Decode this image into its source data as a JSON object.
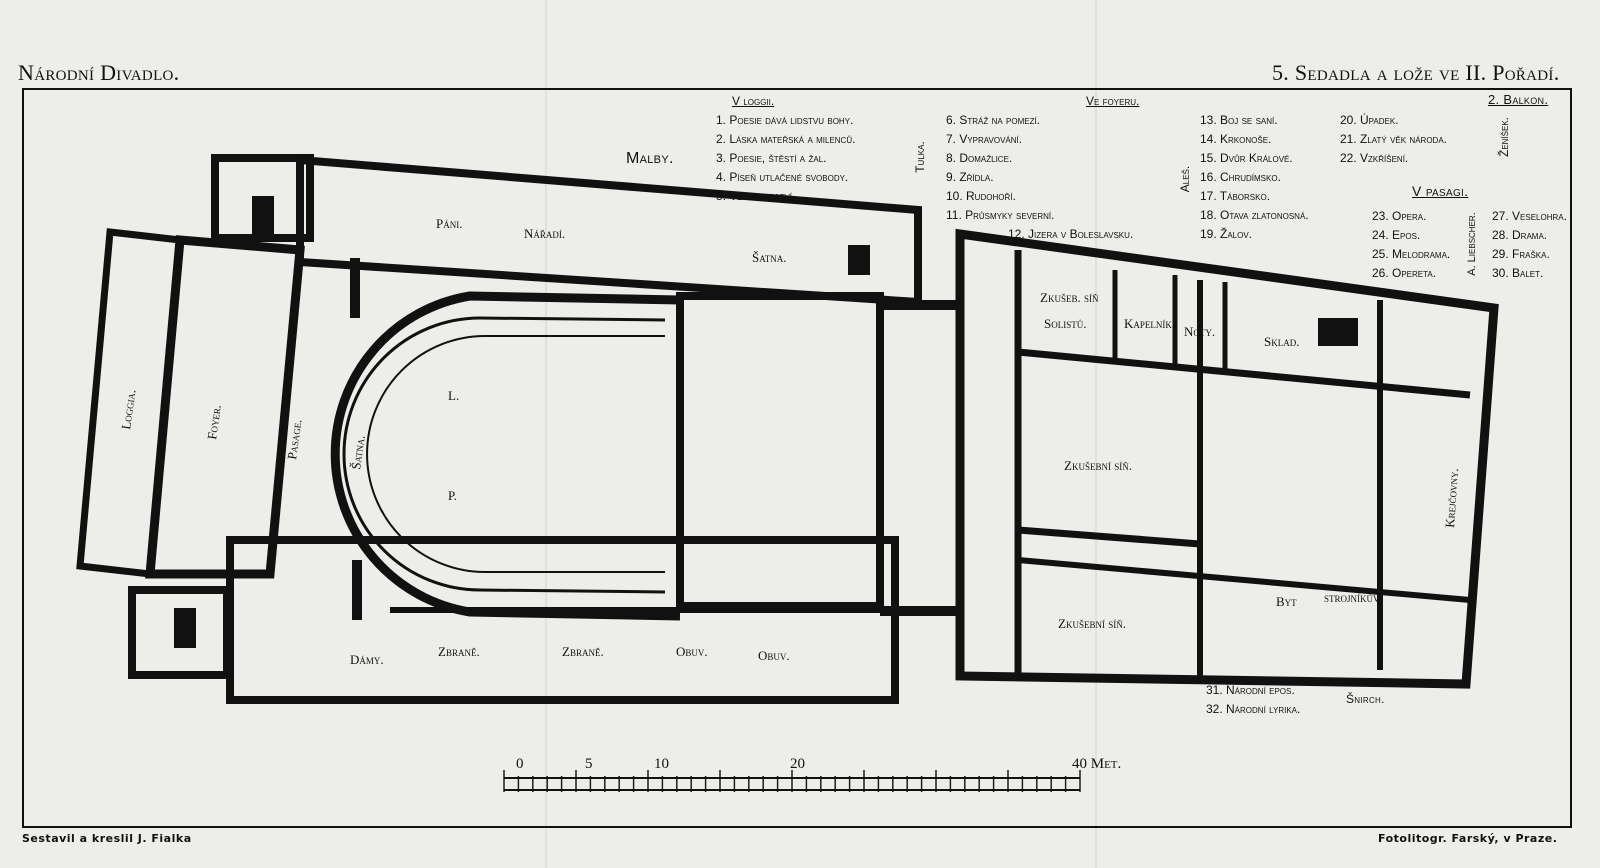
{
  "header": {
    "title": "Národní Divadlo.",
    "subtitle": "5. Sedadla a lože ve II. Pořadí."
  },
  "legend": {
    "malby": "Malby.",
    "v_loggii": {
      "heading": "V loggii.",
      "items": [
        "1. Poesie dává lidstvu bohy.",
        "2. Láska mateřská a milenců.",
        "3. Poesie, štěstí a žal.",
        "4. Píseň utlačené svobody.",
        "5. Vlastenectví."
      ],
      "artist": "Tulka."
    },
    "ve_foyeru": {
      "heading": "Ve foyeru.",
      "items": [
        "6. Stráž na pomezí.",
        "7. Vypravování.",
        "8. Domažlice.",
        "9. Zřídla.",
        "10. Rudohoří.",
        "11. Průsmyky severní.",
        "12. Jizera v Boleslavsku."
      ],
      "artist": "Aleš."
    },
    "ve_foyeru_2": {
      "items": [
        "13. Boj se saní.",
        "14. Krkonoše.",
        "15. Dvůr Králové.",
        "16. Chrudímsko.",
        "17. Táborsko.",
        "18. Otava zlatonosná.",
        "19. Žalov."
      ]
    },
    "ve_foyeru_3": {
      "items": [
        "20. Úpadek.",
        "21. Zlatý věk národa.",
        "22. Vzkříšení."
      ],
      "artist": "Ženíšek."
    },
    "balkon": "2. Balkon.",
    "v_pasagi": {
      "heading": "V pasagi.",
      "items_left": [
        "23. Opera.",
        "24. Epos.",
        "25. Melodrama.",
        "26. Opereta."
      ],
      "items_right": [
        "27. Veselohra.",
        "28. Drama.",
        "29. Fraška.",
        "30. Balet."
      ],
      "artist": "A. Liebscher."
    },
    "lower": {
      "items": [
        "31. Národní epos.",
        "32. Národní lyrika."
      ],
      "artist": "Šnirch."
    }
  },
  "rooms": {
    "loggia": "Loggia.",
    "foyer": "Foyer.",
    "pasage": "Pasage.",
    "satna_left": "Šatna.",
    "pani": "Páni.",
    "naradi": "Nářadí.",
    "satna_top": "Šatna.",
    "damy": "Dámy.",
    "zbrane1": "Zbraně.",
    "zbrane2": "Zbraně.",
    "obuv1": "Obuv.",
    "obuv2": "Obuv.",
    "zkusebni_sin_solistu": "Zkušeb. síň",
    "solistu": "Solistů.",
    "kapelnik": "Kapelník.",
    "noty": "Noty.",
    "sklad": "Sklad.",
    "zkusebni_sin_1": "Zkušební síň.",
    "zkusebni_sin_2": "Zkušební síň.",
    "krejcovny": "Krejčovny.",
    "byt": "Byt",
    "strojnikuv": "strojníkův.",
    "seat_l": "L.",
    "seat_p": "P."
  },
  "scale": {
    "ticks": [
      "0",
      "5",
      "10",
      "20",
      "40 Met."
    ]
  },
  "footer": {
    "left": "Sestavil a kreslil J. Fialka",
    "right": "Fotolitogr. Farský, v Praze."
  }
}
